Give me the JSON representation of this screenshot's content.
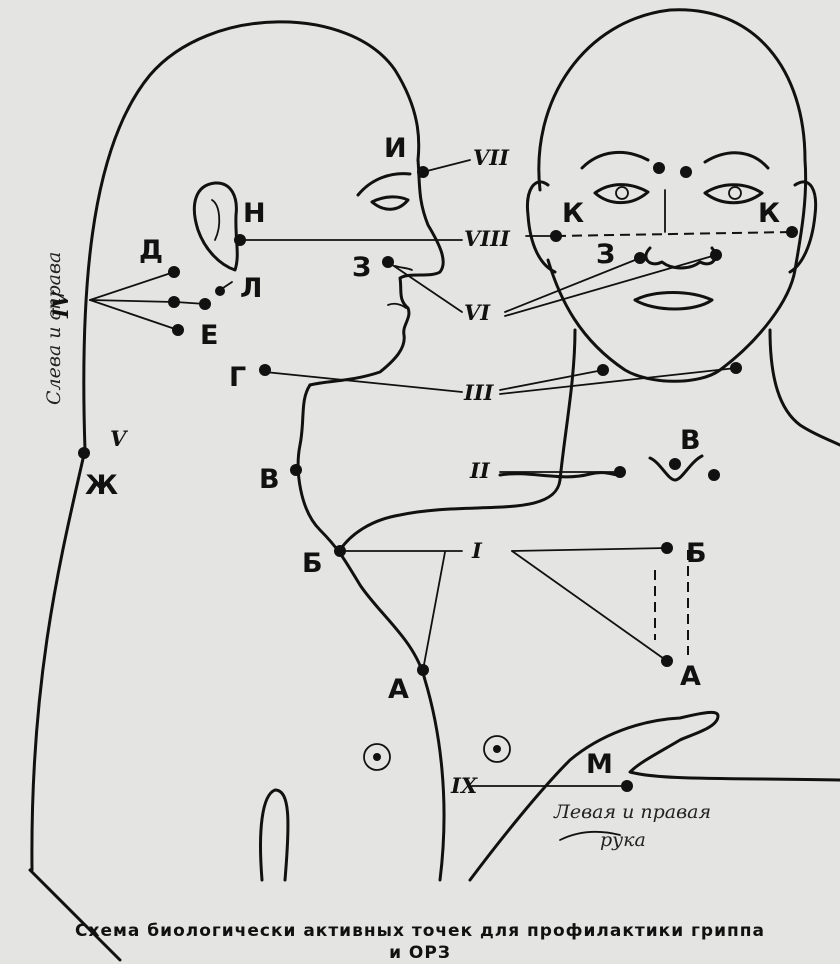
{
  "letters": {
    "I": "И",
    "N": "Н",
    "K": "К",
    "D": "Д",
    "L": "Л",
    "E": "Е",
    "Z": "З",
    "G": "Г",
    "V": "В",
    "B": "Б",
    "A": "А",
    "ZH": "Ж",
    "M": "М"
  },
  "roman": {
    "r1": "I",
    "r2": "II",
    "r3": "III",
    "r4": "IV",
    "r5": "V",
    "r6": "VI",
    "r7": "VII",
    "r8": "VIII",
    "r9": "IX"
  },
  "notes": {
    "sides": "Слева и справа",
    "hands_line1": "Левая и правая",
    "hands_line2": "рука"
  },
  "caption": {
    "line1": "Схема биологически активных точек для профилактики гриппа",
    "line2": "и ОРЗ"
  },
  "colors": {
    "ink": "#111111",
    "paper": "#e4e4e2"
  }
}
